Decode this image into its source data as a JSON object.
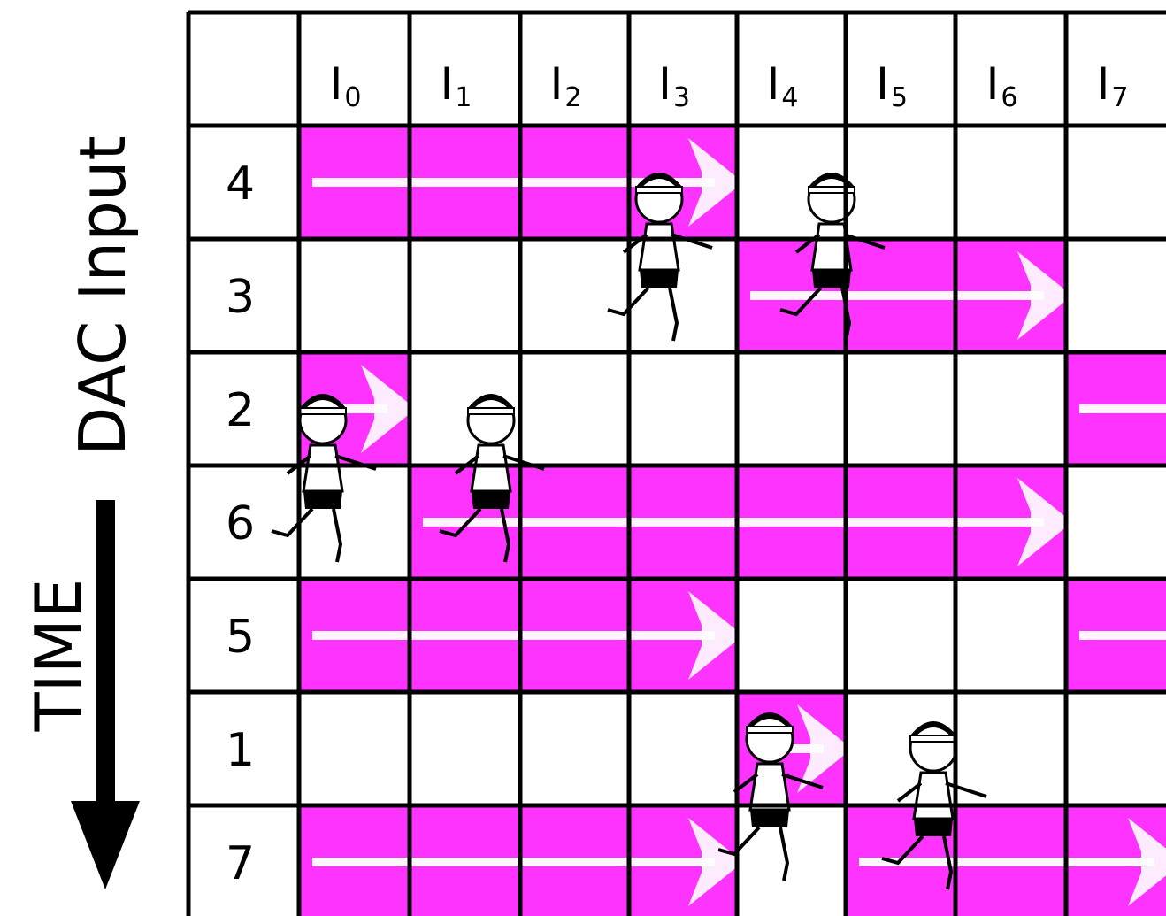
{
  "left_labels": {
    "time": "TIME",
    "dac": "DAC Input"
  },
  "header": [
    {
      "main": "I",
      "sub": "0"
    },
    {
      "main": "I",
      "sub": "1"
    },
    {
      "main": "I",
      "sub": "2"
    },
    {
      "main": "I",
      "sub": "3"
    },
    {
      "main": "I",
      "sub": "4"
    },
    {
      "main": "I",
      "sub": "5"
    },
    {
      "main": "I",
      "sub": "6"
    },
    {
      "main": "I",
      "sub": "7"
    }
  ],
  "rows": [
    {
      "input": "4",
      "active": [
        1,
        1,
        1,
        1,
        0,
        0,
        0,
        0
      ]
    },
    {
      "input": "3",
      "active": [
        0,
        0,
        0,
        0,
        1,
        1,
        1,
        0
      ]
    },
    {
      "input": "2",
      "active": [
        1,
        0,
        0,
        0,
        0,
        0,
        0,
        1
      ]
    },
    {
      "input": "6",
      "active": [
        0,
        1,
        1,
        1,
        1,
        1,
        1,
        0
      ]
    },
    {
      "input": "5",
      "active": [
        1,
        1,
        1,
        1,
        0,
        0,
        0,
        1
      ]
    },
    {
      "input": "1",
      "active": [
        0,
        0,
        0,
        0,
        1,
        0,
        0,
        0
      ]
    },
    {
      "input": "7",
      "active": [
        1,
        1,
        1,
        1,
        0,
        1,
        1,
        1
      ]
    }
  ],
  "colors": {
    "active": "#ff33ff",
    "inactive": "#ffffff",
    "grid": "#000000",
    "arrow": "#ffffff"
  },
  "icons": [
    "runner-passing-baton-icon",
    "runner-receiving-baton-icon",
    "chalk-arrow-icon"
  ]
}
